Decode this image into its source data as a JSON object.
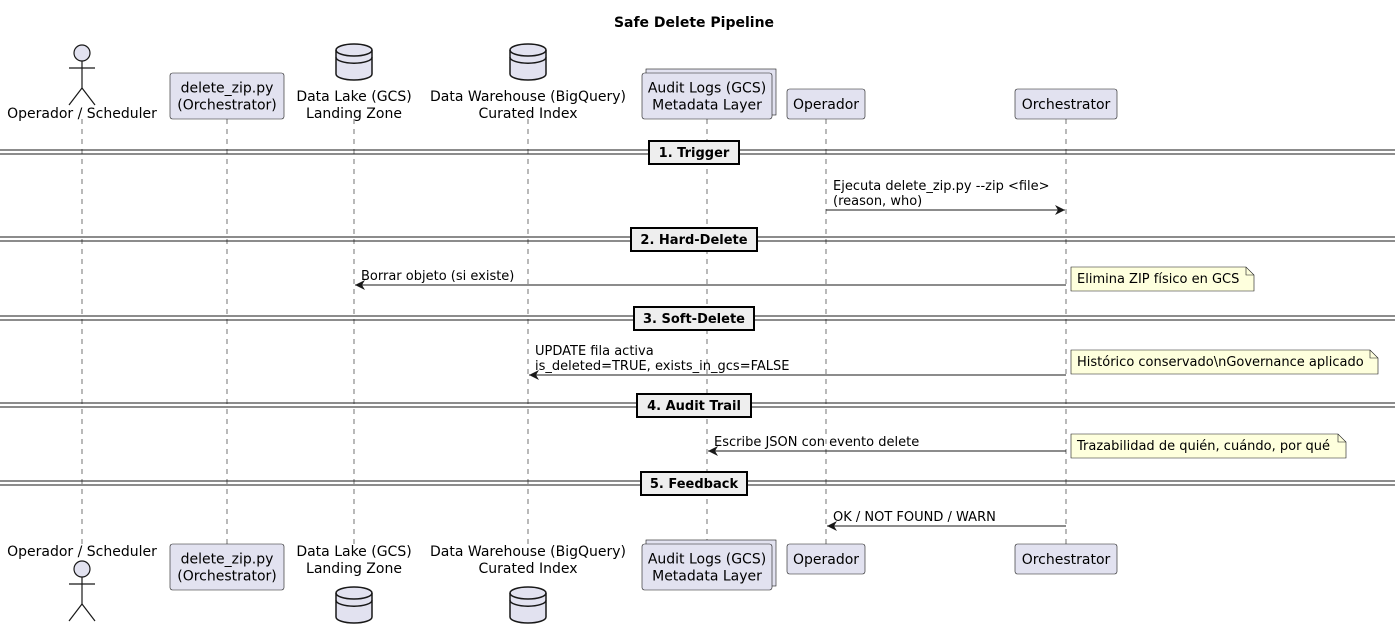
{
  "title": "Safe Delete Pipeline",
  "participants": [
    {
      "id": "operador_scheduler",
      "kind": "actor",
      "lines": [
        "Operador / Scheduler"
      ]
    },
    {
      "id": "delete_zip",
      "kind": "box",
      "lines": [
        "delete_zip.py",
        "(Orchestrator)"
      ]
    },
    {
      "id": "data_lake",
      "kind": "database",
      "lines": [
        "Data Lake (GCS)",
        "Landing Zone"
      ]
    },
    {
      "id": "data_warehouse",
      "kind": "database",
      "lines": [
        "Data Warehouse (BigQuery)",
        "Curated Index"
      ]
    },
    {
      "id": "audit_logs",
      "kind": "collections",
      "lines": [
        "Audit Logs (GCS)",
        "Metadata Layer"
      ]
    },
    {
      "id": "operador",
      "kind": "box",
      "lines": [
        "Operador"
      ]
    },
    {
      "id": "orchestrator",
      "kind": "box",
      "lines": [
        "Orchestrator"
      ]
    }
  ],
  "dividers": [
    {
      "label": "1. Trigger"
    },
    {
      "label": "2. Hard-Delete"
    },
    {
      "label": "3. Soft-Delete"
    },
    {
      "label": "4. Audit Trail"
    },
    {
      "label": "5. Feedback"
    }
  ],
  "messages": [
    {
      "from": "operador",
      "to": "orchestrator",
      "lines": [
        "Ejecuta delete_zip.py --zip <file>",
        "(reason, who)"
      ]
    },
    {
      "from": "orchestrator",
      "to": "data_lake",
      "lines": [
        "Borrar objeto (si existe)"
      ]
    },
    {
      "from": "orchestrator",
      "to": "data_warehouse",
      "lines": [
        "UPDATE fila activa",
        "is_deleted=TRUE, exists_in_gcs=FALSE"
      ]
    },
    {
      "from": "orchestrator",
      "to": "audit_logs",
      "lines": [
        "Escribe JSON con evento delete"
      ]
    },
    {
      "from": "orchestrator",
      "to": "operador",
      "lines": [
        "OK / NOT FOUND / WARN"
      ]
    }
  ],
  "notes": [
    {
      "text": "Elimina ZIP físico en GCS"
    },
    {
      "text": "Histórico conservado\\nGovernance aplicado"
    },
    {
      "text": "Trazabilidad de quién, cuándo, por qué"
    }
  ],
  "colors": {
    "participant_fill": "#E2E2F0",
    "participant_border": "#181818",
    "note_fill": "#FEFFDD",
    "divider_fill": "#EEEEEE",
    "lifeline": "#181818"
  }
}
